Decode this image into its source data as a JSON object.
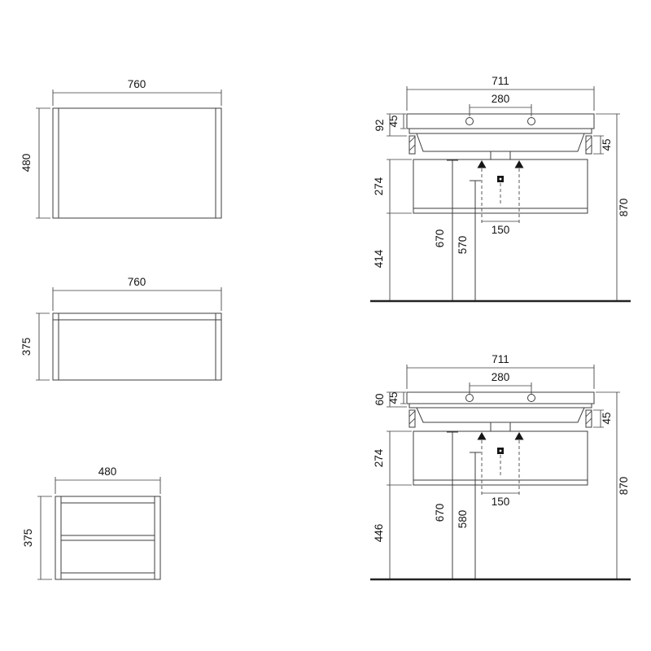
{
  "drawing": {
    "mirror": {
      "width": "760",
      "height": "480"
    },
    "cabinet_front": {
      "width": "760",
      "height": "375"
    },
    "side_cabinet": {
      "width": "480",
      "height": "375"
    },
    "basin_a": {
      "width": "711",
      "tap_spacing": "280",
      "rim_height": "45",
      "basin_depth": "92",
      "bracket_height": "45",
      "cabinet_height": "274",
      "bottom_clearance": "414",
      "supply_height": "670",
      "drain_height": "570",
      "connection_spacing": "150",
      "total_height": "870"
    },
    "basin_b": {
      "width": "711",
      "tap_spacing": "280",
      "rim_height": "45",
      "basin_depth": "60",
      "bracket_height": "45",
      "cabinet_height": "274",
      "bottom_clearance": "446",
      "supply_height": "670",
      "drain_height": "580",
      "connection_spacing": "150",
      "total_height": "870"
    }
  }
}
